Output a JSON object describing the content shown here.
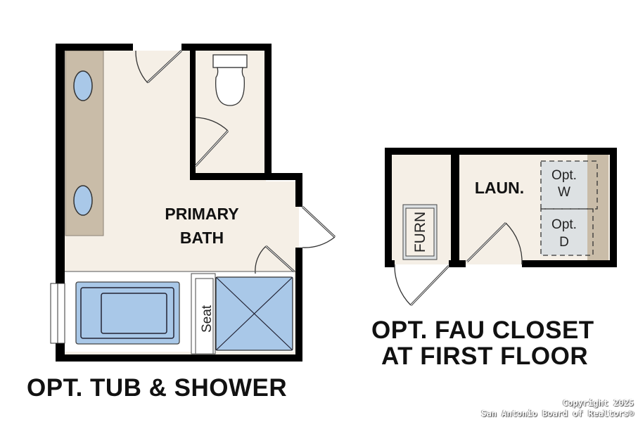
{
  "plans": [
    {
      "caption": "OPT. TUB & SHOWER",
      "rooms": [
        {
          "name": "primary-bath",
          "label_line1": "PRIMARY",
          "label_line2": "BATH"
        }
      ],
      "fixtures": {
        "seat_label": "Seat"
      }
    },
    {
      "caption_line1": "OPT. FAU CLOSET",
      "caption_line2": "AT FIRST FLOOR",
      "rooms": [
        {
          "name": "laundry",
          "label": "LAUN."
        }
      ],
      "fixtures": {
        "furnace_label": "FURN",
        "washer_label_line1": "Opt.",
        "washer_label_line2": "W",
        "dryer_label_line1": "Opt.",
        "dryer_label_line2": "D"
      }
    }
  ],
  "colors": {
    "wall": "#000000",
    "floor": "#f5efe6",
    "counter": "#c9bca8",
    "fixture_blue": "#a9c8e8",
    "appliance_gray": "#dde1e3"
  },
  "copyright": {
    "line1": "Copyright 2025",
    "line2": "San Antonio Board of Realtors®"
  }
}
